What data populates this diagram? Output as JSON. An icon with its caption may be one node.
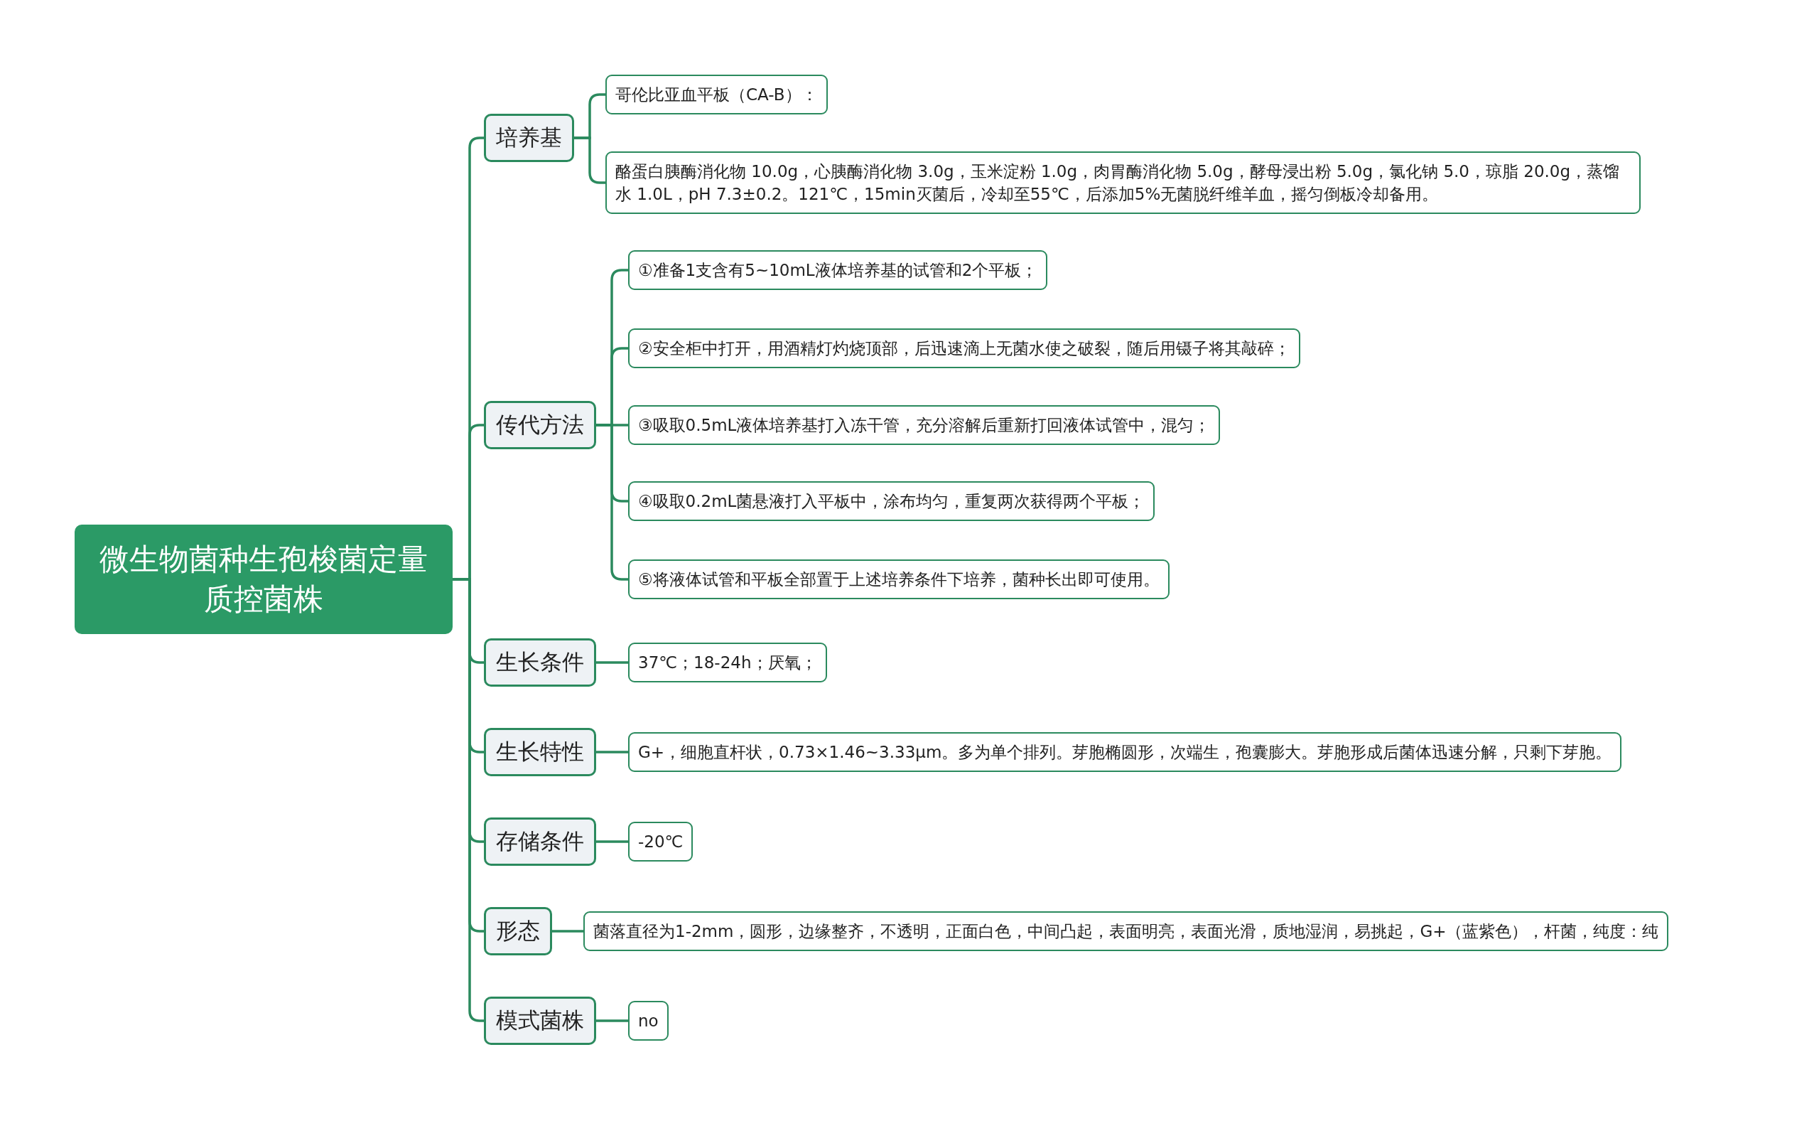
{
  "diagram": {
    "nodes": [
      {
        "text": [
          "微生物菌种生孢梭菌定量质控菌株"
        ]
      },
      {
        "text": [
          "培养基"
        ]
      },
      {
        "text": [
          "哥伦比亚血平板（CA-B）："
        ]
      },
      {
        "text": [
          "酪蛋白胰酶消化物 10.0g，心胰酶消化物 3.0g，玉米淀粉 1.0g，肉胃酶消化物 5.0g，酵母浸出粉 5.0g，氯化钠 5.0，琼脂 20.0g，蒸馏水 1.0L，pH 7.3±0.2。121℃，15min灭菌后，冷却至55℃，后添加5%无菌脱纤维羊血，摇匀倒板冷却备用。"
        ]
      },
      {
        "text": [
          "传代方法"
        ]
      },
      {
        "text": [
          "①准备1支含有5~10mL液体培养基的试管和2个平板；"
        ]
      },
      {
        "text": [
          "②安全柜中打开，用酒精灯灼烧顶部，后迅速滴上无菌水使之破裂，随后用镊子将其敲碎；"
        ]
      },
      {
        "text": [
          "③吸取0.5mL液体培养基打入冻干管，充分溶解后重新打回液体试管中，混匀；"
        ]
      },
      {
        "text": [
          "④吸取0.2mL菌悬液打入平板中，涂布均匀，重复两次获得两个平板；"
        ]
      },
      {
        "text": [
          "⑤将液体试管和平板全部置于上述培养条件下培养，菌种长出即可使用。"
        ]
      },
      {
        "text": [
          "生长条件"
        ]
      },
      {
        "text": [
          "37℃；18-24h；厌氧；"
        ]
      },
      {
        "text": [
          "生长特性"
        ]
      },
      {
        "text": [
          "G+，细胞直杆状，0.73×1.46~3.33μm。多为单个排列。芽胞椭圆形，次端生，孢囊膨大。芽胞形成后菌体迅速分解，只剩下芽胞。"
        ]
      },
      {
        "text": [
          "存储条件"
        ]
      },
      {
        "text": [
          "-20℃"
        ]
      },
      {
        "text": [
          "形态"
        ]
      },
      {
        "text": [
          "菌落直径为1-2mm，圆形，边缘整齐，不透明，正面白色，中间凸起，表面明亮，表面光滑，质地湿润，易挑起，G+（蓝紫色），杆菌，纯度：纯"
        ]
      },
      {
        "text": [
          "模式菌株"
        ]
      },
      {
        "text": [
          "no"
        ]
      }
    ],
    "edges": [
      {
        "from": 0,
        "to": 1,
        "arrow": "none"
      },
      {
        "from": 0,
        "to": 4,
        "arrow": "none"
      },
      {
        "from": 0,
        "to": 10,
        "arrow": "none"
      },
      {
        "from": 0,
        "to": 12,
        "arrow": "none"
      },
      {
        "from": 0,
        "to": 14,
        "arrow": "none"
      },
      {
        "from": 0,
        "to": 16,
        "arrow": "none"
      },
      {
        "from": 0,
        "to": 18,
        "arrow": "none"
      },
      {
        "from": 1,
        "to": 2,
        "arrow": "none"
      },
      {
        "from": 1,
        "to": 3,
        "arrow": "none"
      },
      {
        "from": 4,
        "to": 5,
        "arrow": "none"
      },
      {
        "from": 4,
        "to": 6,
        "arrow": "none"
      },
      {
        "from": 4,
        "to": 7,
        "arrow": "none"
      },
      {
        "from": 4,
        "to": 8,
        "arrow": "none"
      },
      {
        "from": 4,
        "to": 9,
        "arrow": "none"
      },
      {
        "from": 10,
        "to": 11,
        "arrow": "none"
      },
      {
        "from": 12,
        "to": 13,
        "arrow": "none"
      },
      {
        "from": 14,
        "to": 15,
        "arrow": "none"
      },
      {
        "from": 16,
        "to": 17,
        "arrow": "none"
      },
      {
        "from": 18,
        "to": 19,
        "arrow": "none"
      }
    ]
  }
}
